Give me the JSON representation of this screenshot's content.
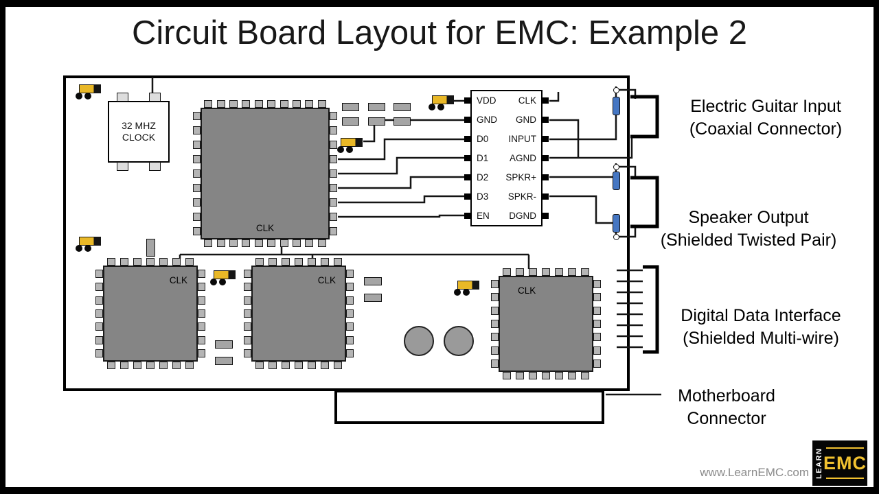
{
  "title": "Circuit Board Layout for EMC: Example 2",
  "board": {
    "clock": {
      "line1": "32 MHZ",
      "line2": "CLOCK"
    },
    "main_ic_label": "CLK",
    "qfp_labels": [
      "CLK",
      "CLK",
      "CLK"
    ],
    "dip": {
      "left": [
        "VDD",
        "GND",
        "D0",
        "D1",
        "D2",
        "D3",
        "EN"
      ],
      "right": [
        "CLK",
        "GND",
        "INPUT",
        "AGND",
        "SPKR+",
        "SPKR-",
        "DGND"
      ]
    }
  },
  "annotations": {
    "guitar": {
      "line1": "Electric Guitar Input",
      "line2": "(Coaxial Connector)"
    },
    "speaker": {
      "line1": "Speaker Output",
      "line2": "(Shielded Twisted Pair)"
    },
    "digital": {
      "line1": "Digital Data Interface",
      "line2": "(Shielded Multi-wire)"
    },
    "motherboard": {
      "line1": "Motherboard",
      "line2": "Connector"
    }
  },
  "footer": {
    "url": "www.LearnEMC.com",
    "logo_vertical": "LEARN",
    "logo_main": "EMC"
  },
  "colors": {
    "capacitor_yellow": "#e9b827",
    "ferrite_blue": "#4576c2",
    "chip_gray": "#858585",
    "logo_yellow": "#f2c230"
  }
}
